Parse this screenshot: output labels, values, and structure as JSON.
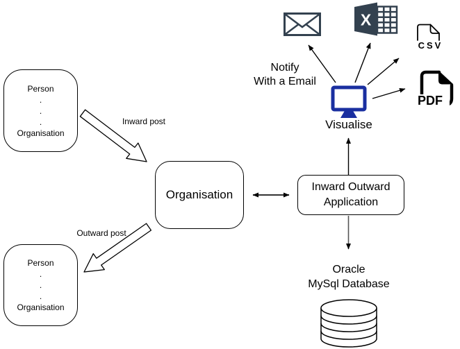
{
  "nodes": {
    "sender": {
      "top": "Person",
      "dot": ".",
      "bottom": "Organisation"
    },
    "receiver": {
      "top": "Person",
      "dot": ".",
      "bottom": "Organisation"
    },
    "organisation": {
      "label": "Organisation"
    },
    "application": {
      "line1": "Inward Outward",
      "line2": "Application"
    },
    "visualise": {
      "label": "Visualise"
    },
    "database": {
      "line1": "Oracle",
      "line2": "MySql Database"
    }
  },
  "edges": {
    "inward_label": "Inward post",
    "outward_label": "Outward post"
  },
  "notify": {
    "line1": "Notify",
    "line2": "With a Email"
  },
  "icons": {
    "excel_letter": "X",
    "csv_label": "CSV",
    "pdf_label": "PDF"
  },
  "colors": {
    "monitor_blue": "#1a2fa0",
    "slate": "#33414f",
    "black": "#000000"
  }
}
